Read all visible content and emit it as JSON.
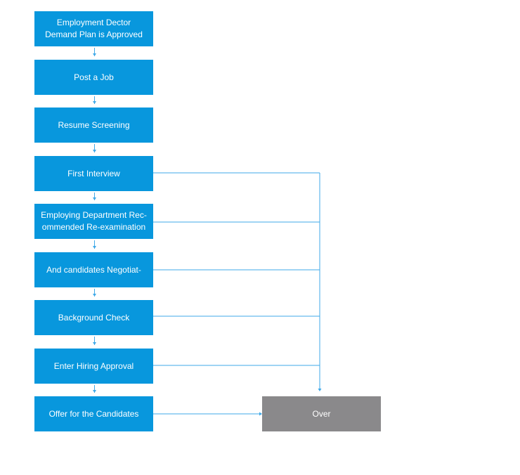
{
  "colors": {
    "step_fill": "#0897DD",
    "end_fill": "#8A898B",
    "connector": "#3FA9E8",
    "text": "#FFFFFF"
  },
  "steps": [
    {
      "label": "Employment Dector\nDemand Plan is Approved"
    },
    {
      "label": "Post a Job"
    },
    {
      "label": "Resume Screening"
    },
    {
      "label": "First Interview"
    },
    {
      "label": "Employing Department Rec-\nommended Re-examination"
    },
    {
      "label": "And candidates Negotiat-"
    },
    {
      "label": "Background Check"
    },
    {
      "label": "Enter Hiring Approval"
    },
    {
      "label": "Offer for the Candidates"
    }
  ],
  "end_node": {
    "label": "Over"
  }
}
